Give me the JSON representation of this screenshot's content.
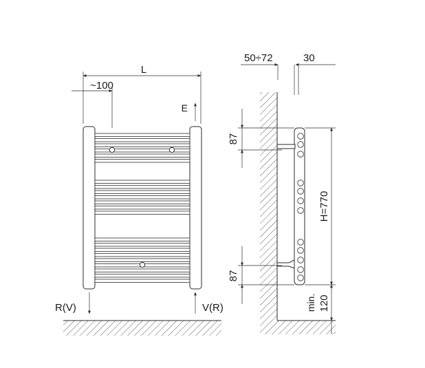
{
  "front_view": {
    "label_width": "L",
    "label_offset": "~100",
    "label_vent": "E",
    "label_left_conn": "R(V)",
    "label_right_conn": "V(R)"
  },
  "side_view": {
    "label_wall_distance": "50÷72",
    "label_depth": "30",
    "label_top_spacing": "87",
    "label_bottom_spacing": "87",
    "label_height": "H=770",
    "label_min": "min.",
    "label_floor_distance": "120"
  },
  "colors": {
    "line": "#2a2a2a",
    "background": "#ffffff"
  }
}
